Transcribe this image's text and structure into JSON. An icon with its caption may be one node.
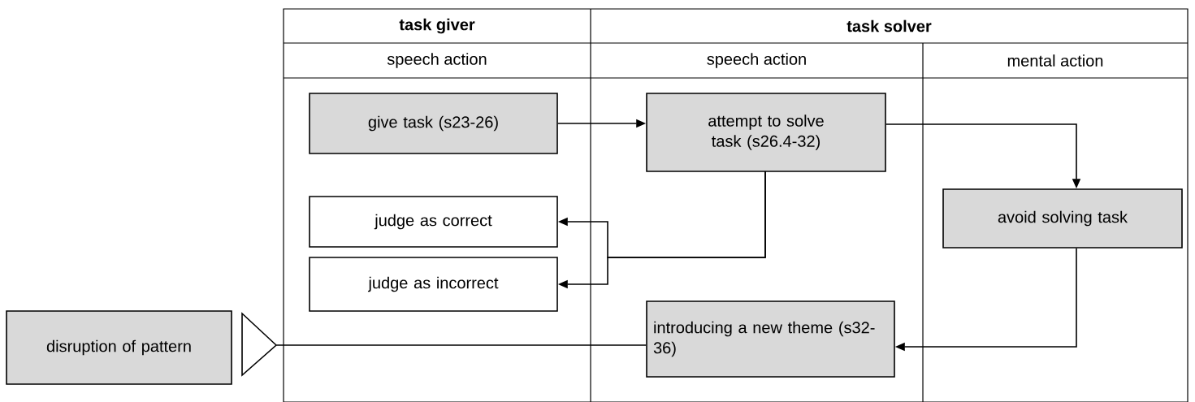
{
  "diagram": {
    "nodes": [
      {
        "text": [
          "give task (s23-26)"
        ]
      },
      {
        "text": [
          "attempt to solve task (s26.4-32)"
        ]
      },
      {
        "text": [
          "judge as correct"
        ]
      },
      {
        "text": [
          "judge as incorrect"
        ]
      },
      {
        "text": [
          "avoid solving task"
        ]
      },
      {
        "text": [
          "introducing a new theme (s32-36)"
        ]
      },
      {
        "text": [
          "disruption of pattern"
        ]
      }
    ],
    "edges": [
      {
        "from": 0,
        "to": 1,
        "arrow": "to"
      },
      {
        "from": 1,
        "to": 2,
        "arrow": "to"
      },
      {
        "from": 1,
        "to": 3,
        "arrow": "to"
      },
      {
        "from": 1,
        "to": 4,
        "arrow": "to"
      },
      {
        "from": 4,
        "to": 5,
        "arrow": "to"
      },
      {
        "from": 5,
        "to": 6,
        "arrow": "other"
      }
    ],
    "labels": [
      "task giver",
      "task solver",
      "speech action",
      "speech action",
      "mental action"
    ]
  }
}
